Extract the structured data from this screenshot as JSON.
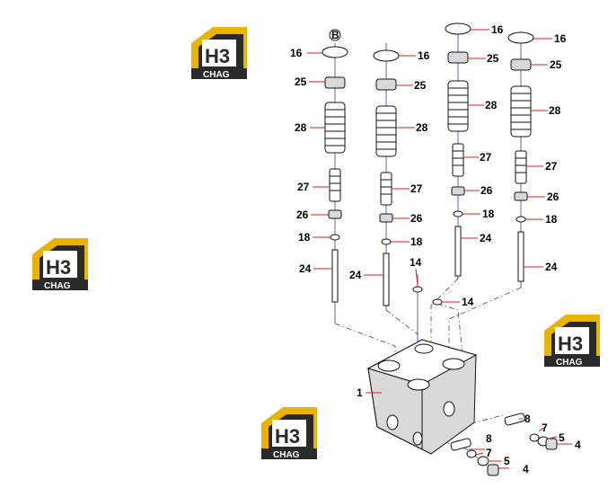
{
  "brand": {
    "letters": "H3",
    "name": "CHAG",
    "colors": {
      "roof": "#e8b400",
      "dark": "#2a2a2a",
      "gold": "#e0b000"
    }
  },
  "labels": {
    "b_marker": "B",
    "parts": [
      "16",
      "25",
      "28",
      "27",
      "26",
      "18",
      "24",
      "14",
      "1",
      "8",
      "7",
      "5",
      "4"
    ]
  },
  "callouts": [
    {
      "text": "16"
    },
    {
      "text": "25"
    },
    {
      "text": "28"
    },
    {
      "text": "27"
    },
    {
      "text": "26"
    },
    {
      "text": "18"
    },
    {
      "text": "24"
    },
    {
      "text": "16"
    },
    {
      "text": "25"
    },
    {
      "text": "28"
    },
    {
      "text": "27"
    },
    {
      "text": "26"
    },
    {
      "text": "18"
    },
    {
      "text": "24"
    },
    {
      "text": "16"
    },
    {
      "text": "25"
    },
    {
      "text": "28"
    },
    {
      "text": "27"
    },
    {
      "text": "26"
    },
    {
      "text": "18"
    },
    {
      "text": "24"
    },
    {
      "text": "16"
    },
    {
      "text": "25"
    },
    {
      "text": "28"
    },
    {
      "text": "27"
    },
    {
      "text": "26"
    },
    {
      "text": "18"
    },
    {
      "text": "24"
    },
    {
      "text": "14"
    },
    {
      "text": "14"
    },
    {
      "text": "1"
    },
    {
      "text": "8"
    },
    {
      "text": "7"
    },
    {
      "text": "5"
    },
    {
      "text": "4"
    },
    {
      "text": "8"
    },
    {
      "text": "7"
    },
    {
      "text": "5"
    },
    {
      "text": "4"
    }
  ]
}
